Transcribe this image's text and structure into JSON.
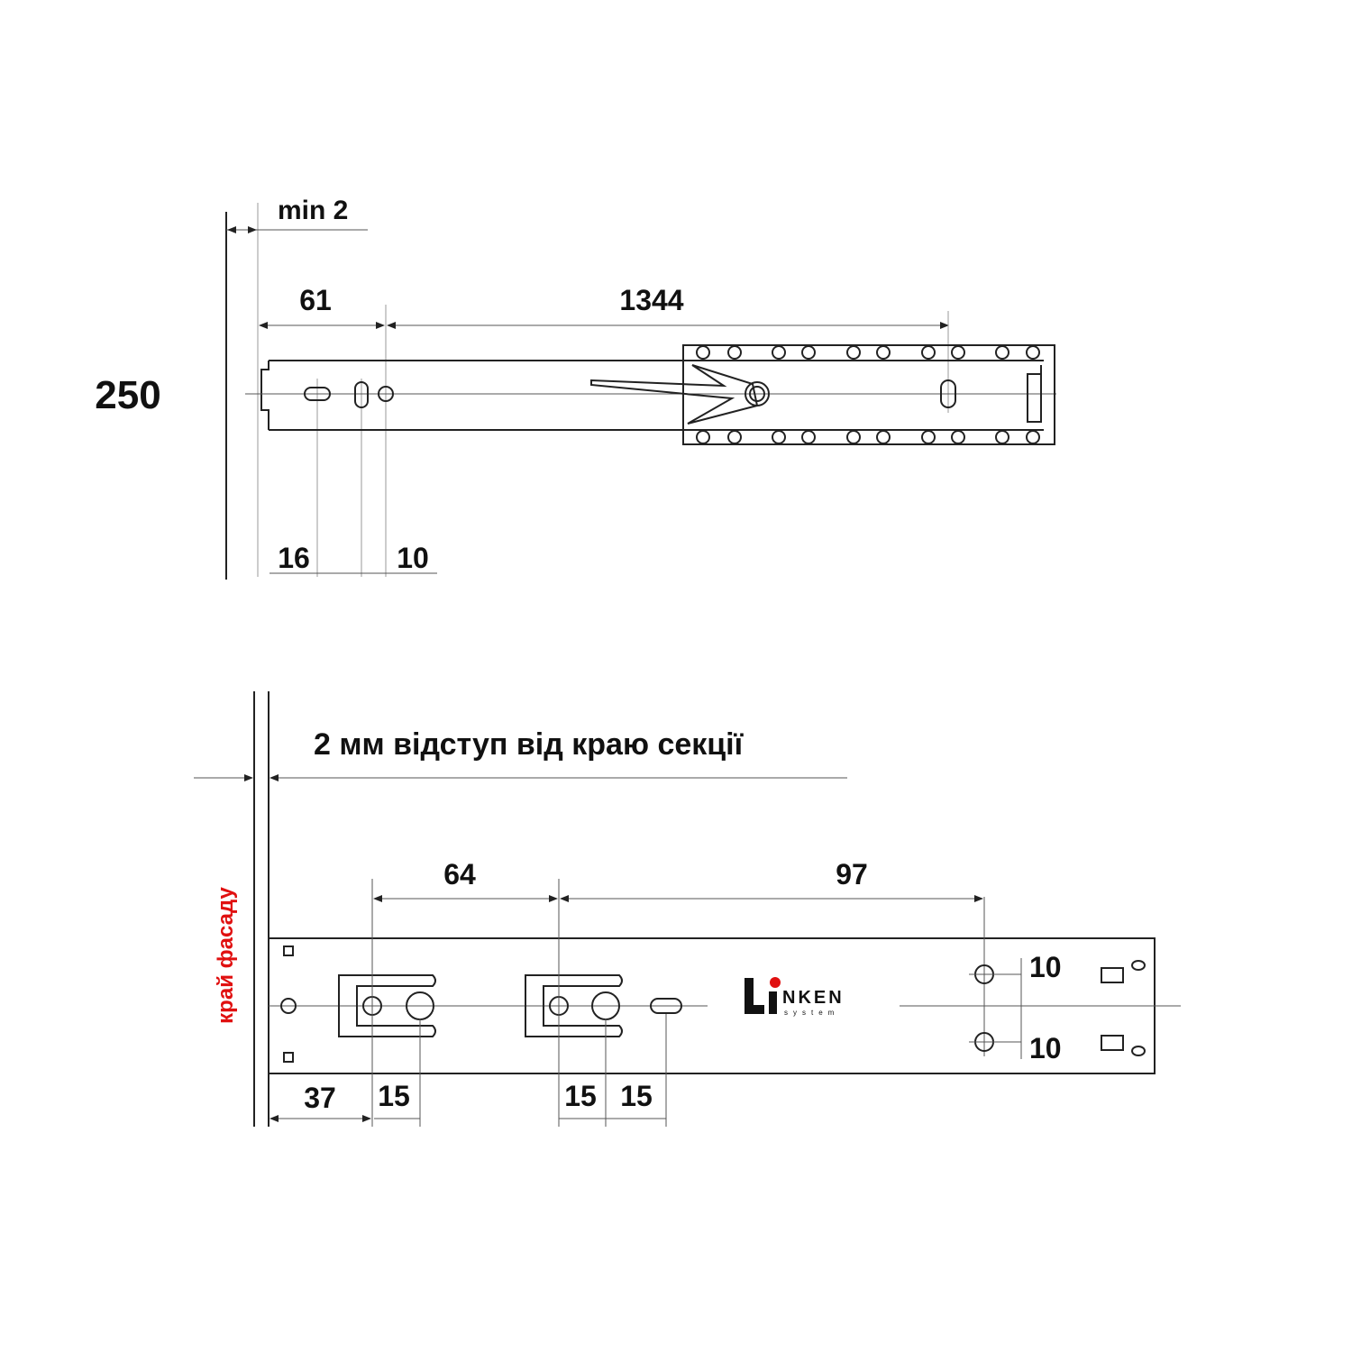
{
  "top_drawing": {
    "height_label": "250",
    "min_gap": "min 2",
    "dim_61": "61",
    "dim_1344": "1344",
    "dim_16": "16",
    "dim_10": "10"
  },
  "bottom_drawing": {
    "offset_note": "2 мм відступ від краю секції",
    "facade_edge_label": "край фасаду",
    "dim_64": "64",
    "dim_97": "97",
    "dim_37": "37",
    "dim_15_a": "15",
    "dim_15_b": "15",
    "dim_15_c": "15",
    "dim_10_top": "10",
    "dim_10_bottom": "10",
    "logo": {
      "brand": "LINKEN",
      "sub": "system",
      "accent": "#e01010"
    }
  },
  "colors": {
    "line": "#222222",
    "label_red": "#e01010"
  }
}
